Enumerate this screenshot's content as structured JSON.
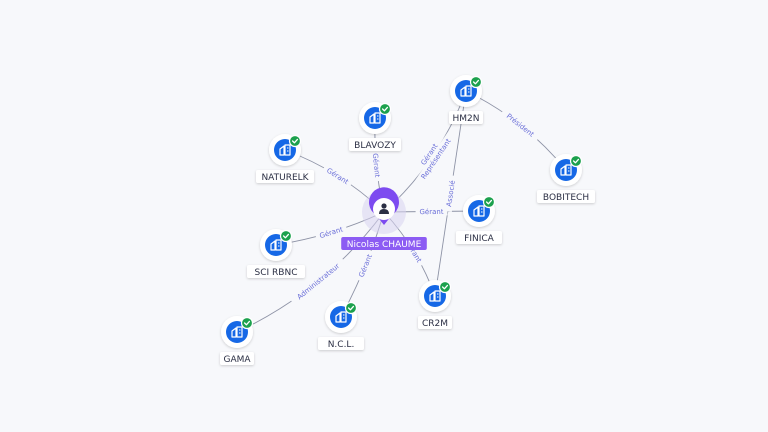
{
  "center": {
    "name": "Nicolas CHAUME",
    "icon": "person-icon"
  },
  "colors": {
    "center_pin": "#7d4bf0",
    "center_label_bg": "#8c5cf3",
    "node_icon_bg": "#1668e6",
    "check_badge": "#1ca14d",
    "edge": "#8e93a6",
    "edge_label": "#6b6fd8"
  },
  "nodes": [
    {
      "id": "blavozy",
      "label": "BLAVOZY",
      "icon": "company-building-icon",
      "verified": true
    },
    {
      "id": "naturelk",
      "label": "NATURELK",
      "icon": "company-building-icon",
      "verified": true
    },
    {
      "id": "hm2n",
      "label": "HM2N",
      "icon": "company-building-icon",
      "verified": true
    },
    {
      "id": "bobitech",
      "label": "BOBITECH",
      "icon": "company-building-icon",
      "verified": true
    },
    {
      "id": "finica",
      "label": "FINICA",
      "icon": "company-building-icon",
      "verified": true
    },
    {
      "id": "sci-rbnc",
      "label": "SCI RBNC",
      "icon": "company-building-icon",
      "verified": true
    },
    {
      "id": "gama",
      "label": "GAMA",
      "icon": "company-building-icon",
      "verified": true
    },
    {
      "id": "ncl",
      "label": "N.C.L.",
      "icon": "company-building-icon",
      "verified": true
    },
    {
      "id": "cr2m",
      "label": "CR2M",
      "icon": "company-building-icon",
      "verified": true
    }
  ],
  "edges": [
    {
      "from": "center",
      "to": "blavozy",
      "label": "Gérant"
    },
    {
      "from": "center",
      "to": "naturelk",
      "label": "Gérant"
    },
    {
      "from": "center",
      "to": "hm2n",
      "label": "Gérant\nReprésentant"
    },
    {
      "from": "center",
      "to": "finica",
      "label": "Gérant"
    },
    {
      "from": "center",
      "to": "sci-rbnc",
      "label": "Gérant"
    },
    {
      "from": "center",
      "to": "gama",
      "label": "Administrateur"
    },
    {
      "from": "center",
      "to": "ncl",
      "label": "Gérant"
    },
    {
      "from": "center",
      "to": "cr2m",
      "label": "Gérant"
    },
    {
      "from": "hm2n",
      "to": "bobitech",
      "label": "Président"
    },
    {
      "from": "hm2n",
      "to": "cr2m",
      "label": "Associé"
    }
  ]
}
